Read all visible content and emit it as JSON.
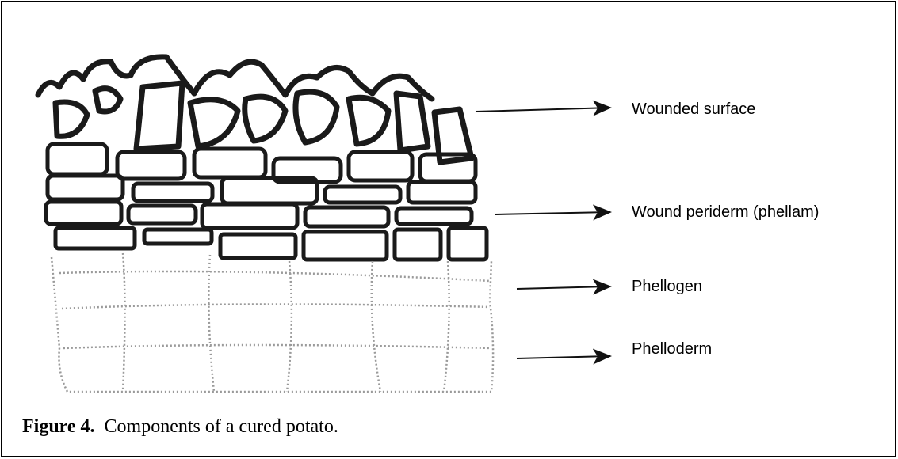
{
  "labels": {
    "wounded_surface": "Wounded surface",
    "wound_periderm": "Wound periderm (phellam)",
    "phellogen": "Phellogen",
    "phelloderm": "Phelloderm"
  },
  "caption": {
    "number": "Figure 4.",
    "text": "Components of a cured potato."
  },
  "colors": {
    "cell_wall": "#1a1a1a",
    "dotted_cells": "#9a9a9a"
  }
}
